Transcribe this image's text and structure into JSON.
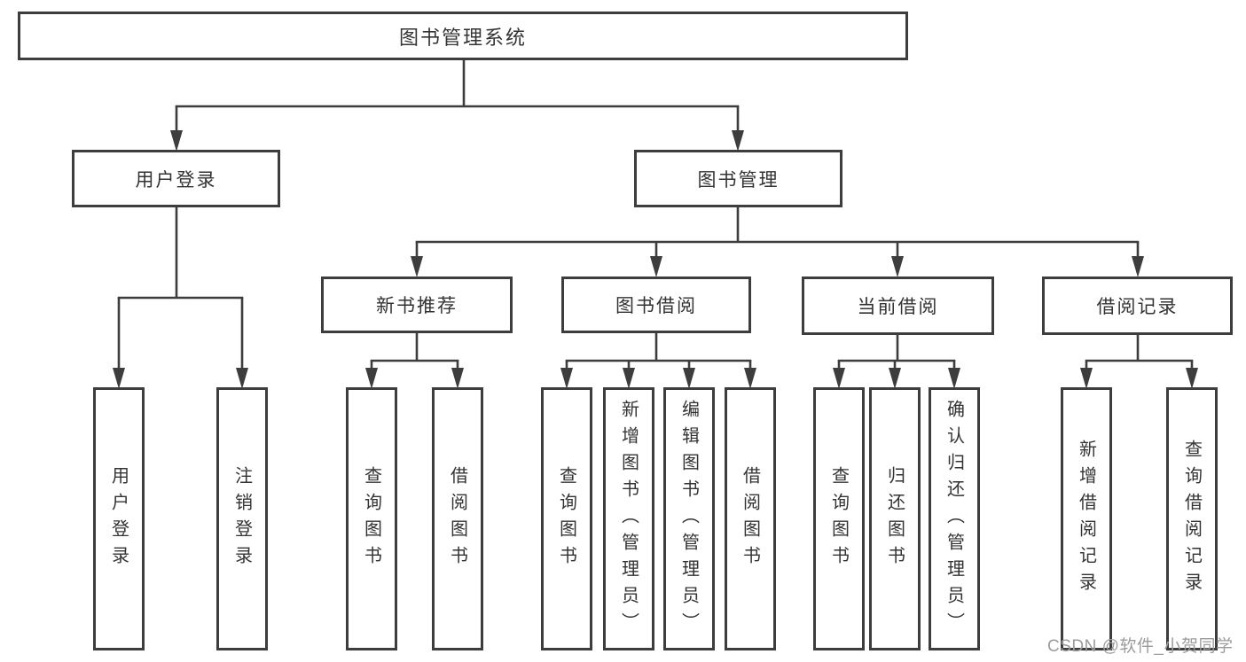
{
  "tree": {
    "label": "图书管理系统",
    "children": [
      {
        "label": "用户登录",
        "children": [
          {
            "label": "用户登录"
          },
          {
            "label": "注销登录"
          }
        ]
      },
      {
        "label": "图书管理",
        "children": [
          {
            "label": "新书推荐",
            "children": [
              {
                "label": "查询图书"
              },
              {
                "label": "借阅图书"
              }
            ]
          },
          {
            "label": "图书借阅",
            "children": [
              {
                "label": "查询图书"
              },
              {
                "label": "新增图书（管理员）"
              },
              {
                "label": "编辑图书（管理员）"
              },
              {
                "label": "借阅图书"
              }
            ]
          },
          {
            "label": "当前借阅",
            "children": [
              {
                "label": "查询图书"
              },
              {
                "label": "归还图书"
              },
              {
                "label": "确认归还（管理员）"
              }
            ]
          },
          {
            "label": "借阅记录",
            "children": [
              {
                "label": "新增借阅记录"
              },
              {
                "label": "查询借阅记录"
              }
            ]
          }
        ]
      }
    ]
  },
  "watermark": {
    "text": "CSDN @软件_小贺同学"
  },
  "colors": {
    "line": "#3d3d3d",
    "text": "#333333",
    "watermark": "#9c9c9c",
    "background": "#ffffff"
  }
}
